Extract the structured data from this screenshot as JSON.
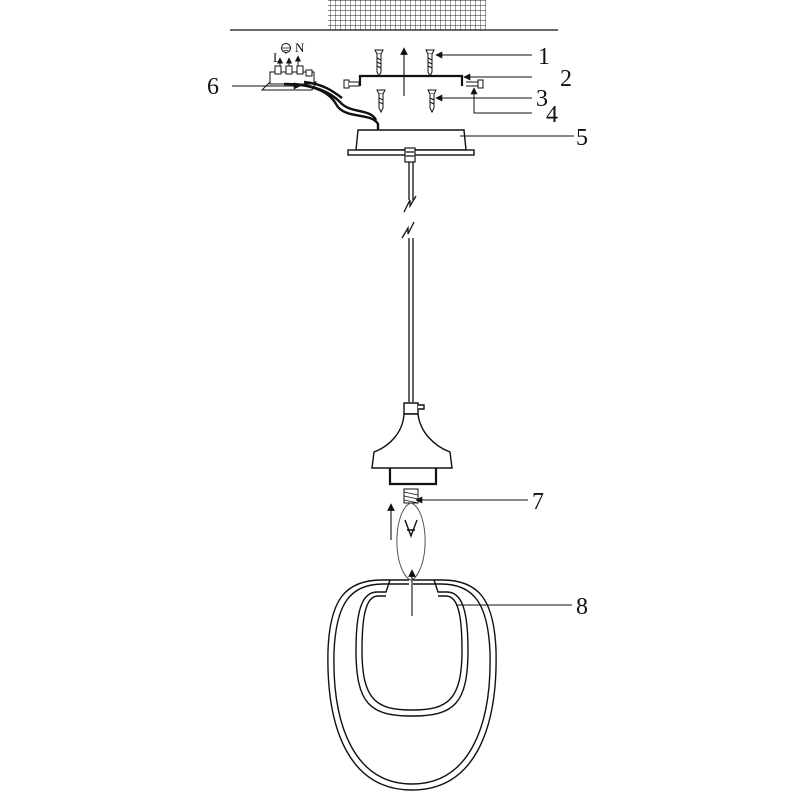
{
  "diagram": {
    "callouts": [
      {
        "id": "1",
        "label": "1"
      },
      {
        "id": "2",
        "label": "2"
      },
      {
        "id": "3",
        "label": "3"
      },
      {
        "id": "4",
        "label": "4"
      },
      {
        "id": "5",
        "label": "5"
      },
      {
        "id": "6",
        "label": "6"
      },
      {
        "id": "7",
        "label": "7"
      },
      {
        "id": "8",
        "label": "8"
      }
    ],
    "wire_labels": {
      "live": "L",
      "neutral": "N"
    }
  }
}
